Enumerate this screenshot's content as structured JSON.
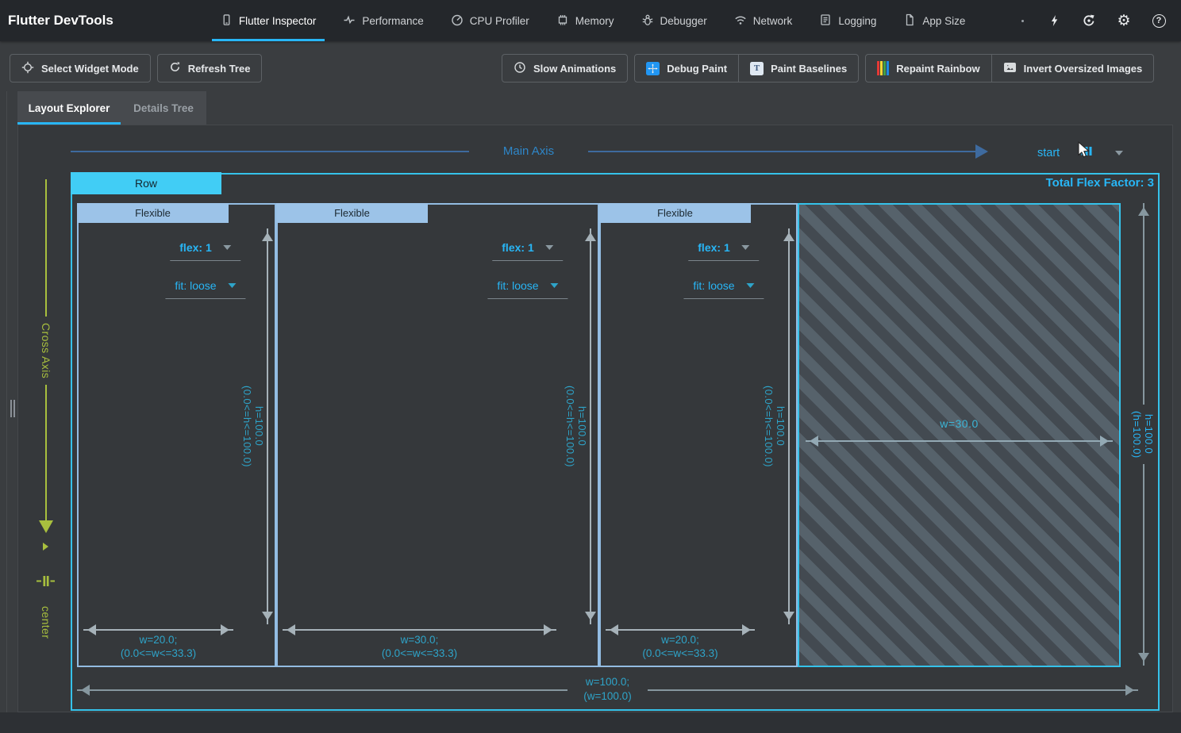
{
  "app_bar": {
    "title": "Flutter DevTools",
    "tabs": [
      {
        "label": "Flutter Inspector"
      },
      {
        "label": "Performance"
      },
      {
        "label": "CPU Profiler"
      },
      {
        "label": "Memory"
      },
      {
        "label": "Debugger"
      },
      {
        "label": "Network"
      },
      {
        "label": "Logging"
      },
      {
        "label": "App Size"
      }
    ]
  },
  "toolbar": {
    "select_widget_mode": "Select Widget Mode",
    "refresh_tree": "Refresh Tree",
    "slow_animations": "Slow Animations",
    "debug_paint": "Debug Paint",
    "paint_baselines": "Paint Baselines",
    "repaint_rainbow": "Repaint Rainbow",
    "invert_oversized_images": "Invert Oversized Images",
    "paint_baselines_glyph": "T"
  },
  "panel_tabs": {
    "layout_explorer": "Layout Explorer",
    "details_tree": "Details Tree"
  },
  "layout_explorer": {
    "main_axis": {
      "label": "Main Axis",
      "alignment": "start"
    },
    "cross_axis": {
      "label": "Cross Axis",
      "alignment": "center"
    },
    "row": {
      "name": "Row",
      "total_flex": "Total Flex Factor: 3",
      "width": "w=100.0;",
      "width_constraint": "(w=100.0)",
      "height": "h=100.0",
      "height_constraint": "(h=100.0)"
    },
    "children": [
      {
        "name": "Flexible",
        "flex": "flex: 1",
        "fit": "fit: loose",
        "width": "w=20.0;",
        "width_constraint": "(0.0<=w<=33.3)",
        "height": "h=100.0",
        "height_constraint": "(0.0<=h<=100.0)"
      },
      {
        "name": "Flexible",
        "flex": "flex: 1",
        "fit": "fit: loose",
        "width": "w=30.0;",
        "width_constraint": "(0.0<=w<=33.3)",
        "height": "h=100.0",
        "height_constraint": "(0.0<=h<=100.0)"
      },
      {
        "name": "Flexible",
        "flex": "flex: 1",
        "fit": "fit: loose",
        "width": "w=20.0;",
        "width_constraint": "(0.0<=w<=33.3)",
        "height": "h=100.0",
        "height_constraint": "(0.0<=h<=100.0)"
      }
    ],
    "free_space": {
      "width": "w=30.0"
    }
  },
  "colors": {
    "accent": "#28b6f6",
    "row-fill": "#41cdf5",
    "row-border": "#35c2ea",
    "flexible-fill": "#9cc3e8",
    "flexible-border": "#93bce2",
    "cross-axis": "#a8bf3e",
    "dimension-text": "#2ea4c9",
    "main-axis-line": "#3e6a9e",
    "main-axis-text": "#2e86c8"
  }
}
